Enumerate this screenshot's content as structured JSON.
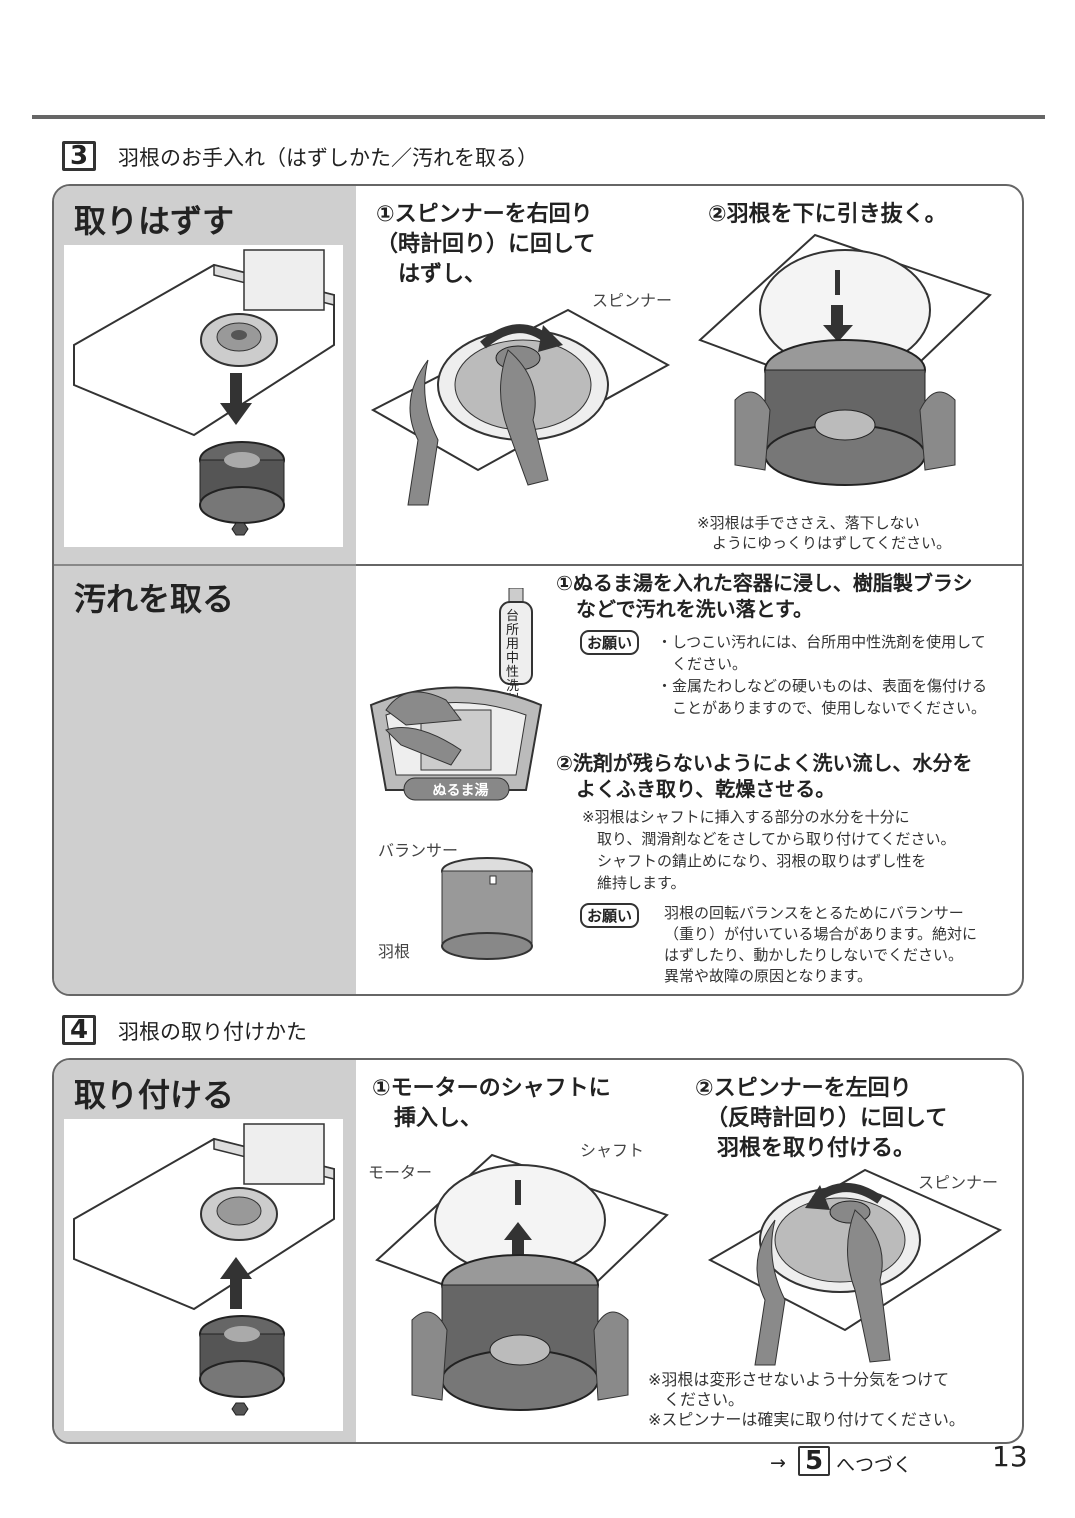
{
  "sections": [
    {
      "number": "3",
      "title": "羽根のお手入れ（はずしかた／汚れを取る）"
    },
    {
      "number": "4",
      "title": "羽根の取り付けかた"
    }
  ],
  "remove": {
    "heading": "取りはずす",
    "step1": "①スピンナーを右回り\n（時計回り）に回して\n　はずし、",
    "step2": "②羽根を下に引き抜く。",
    "spinner_label": "スピンナー",
    "note": "※羽根は手でささえ、落下しない\n　ようにゆっくりはずしてください。"
  },
  "clean": {
    "heading": "汚れを取る",
    "detergent_label": "台所用中性洗剤",
    "tub_label": "ぬるま湯",
    "step1": "①ぬるま湯を入れた容器に浸し、樹脂製ブラシ\n　などで汚れを洗い落とす。",
    "request_badge": "お願い",
    "request1": "・しつこい汚れには、台所用中性洗剤を使用して\n　ください。\n・金属たわしなどの硬いものは、表面を傷付ける\n　ことがありますので、使用しないでください。",
    "step2": "②洗剤が残らないようによく洗い流し、水分を\n　よくふき取り、乾燥させる。",
    "note": "※羽根はシャフトに挿入する部分の水分を十分に\n　取り、潤滑剤などをさしてから取り付けてください。\n　シャフトの錆止めになり、羽根の取りはずし性を\n　維持します。",
    "request2": "羽根の回転バランスをとるためにバランサー\n（重り）が付いている場合があります。絶対に\nはずしたり、動かしたりしないでください。\n異常や故障の原因となります。",
    "balancer_label": "バランサー",
    "impeller_label": "羽根"
  },
  "install": {
    "heading": "取り付ける",
    "step1": "①モーターのシャフトに\n　挿入し、",
    "step2": "②スピンナーを左回り\n　（反時計回り）に回して\n　羽根を取り付ける。",
    "motor_label": "モーター",
    "shaft_label": "シャフト",
    "spinner_label": "スピンナー",
    "note": "※羽根は変形させないよう十分気をつけて\n　ください。\n※スピンナーは確実に取り付けてください。"
  },
  "footer": {
    "arrow": "→",
    "next_number": "5",
    "next_text": "へつづく",
    "page_number": "13"
  },
  "colors": {
    "panel_left": "#cfcfcf",
    "border": "#666666",
    "hand": "#8a8a8a"
  }
}
